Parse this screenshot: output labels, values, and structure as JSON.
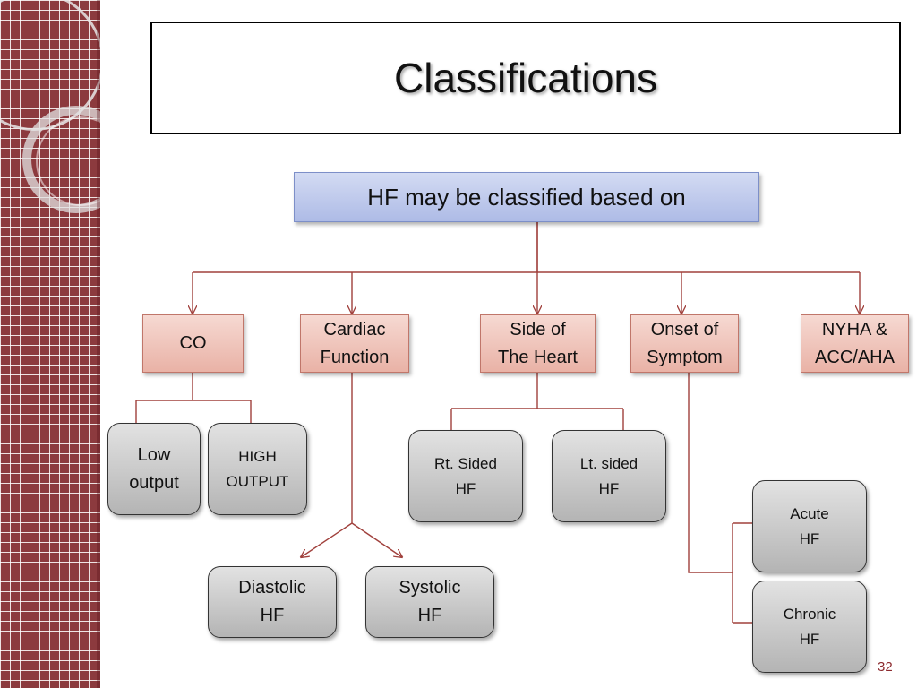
{
  "slide": {
    "title": "Classifications",
    "number": "32"
  },
  "diagram": {
    "root": "HF may be classified based on",
    "categories": {
      "co": "CO",
      "cardiac_function": "Cardiac\nFunction",
      "side_of_heart": "Side of\nThe Heart",
      "onset_of_symptom": "Onset of\nSymptom",
      "nyha": "NYHA &\nACC/AHA"
    },
    "leaves": {
      "low_output": "Low\noutput",
      "high_output": "HIGH\nOUTPUT",
      "rt_sided": "Rt. Sided\nHF",
      "lt_sided": "Lt. sided\nHF",
      "diastolic": "Diastolic\nHF",
      "systolic": "Systolic\nHF",
      "acute": "Acute\nHF",
      "chronic": "Chronic\nHF"
    }
  },
  "colors": {
    "sidebar": "#8c3a3e",
    "connector": "#a0403c",
    "root_fill": "#c3ccee",
    "category_fill": "#efc4ba",
    "leaf_fill": "#cfcfcf"
  }
}
